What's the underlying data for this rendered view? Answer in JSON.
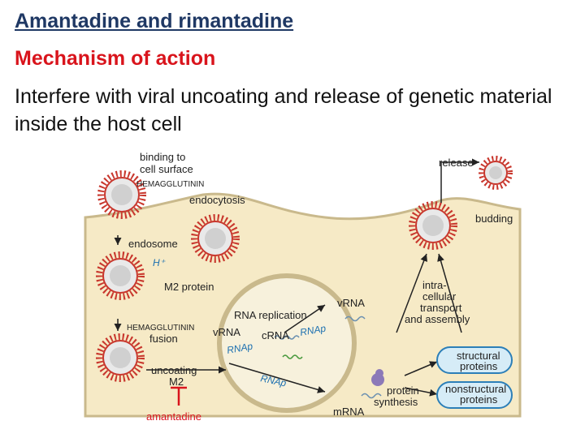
{
  "slide": {
    "title": "Amantadine and rimantadine",
    "subtitle": "Mechanism of action",
    "body": "Interfere with viral uncoating and release of genetic material inside the host cell"
  },
  "diagram": {
    "labels": {
      "binding": "binding to",
      "cell_surface": "cell surface",
      "hemagglutinin_top": "HEMAGGLUTININ",
      "endocytosis": "endocytosis",
      "endosome": "endosome",
      "h_plus": "H⁺",
      "m2_protein": "M2 protein",
      "hemagglutinin_fusion": "HEMAGGLUTININ",
      "fusion": "fusion",
      "uncoating": "uncoating",
      "m2": "M2",
      "amantadine": "amantadine",
      "rna_replication": "RNA replication",
      "vrna_left": "vRNA",
      "crna": "cRNA",
      "rnap_1": "RNAp",
      "rnap_2": "RNAp",
      "rnap_3": "RNAp",
      "vrna_top": "vRNA",
      "mrna": "mRNA",
      "release": "release",
      "budding": "budding",
      "intracellular_1": "intra-",
      "intracellular_2": "cellular",
      "intracellular_3": "transport",
      "intracellular_4": "and assembly",
      "structural_1": "structural",
      "structural_2": "proteins",
      "nonstructural_1": "nonstructural",
      "nonstructural_2": "proteins",
      "protein": "protein",
      "synthesis": "synthesis"
    },
    "colors": {
      "cytoplasm": "#f6eac6",
      "membrane": "#c9b98c",
      "nucleus": "#f7f1dc",
      "virus_spike": "#c8372d",
      "virus_core": "#e9e9e9",
      "protein_pill": "#d6ecf7",
      "protein_pill_border": "#2c7fb8",
      "amantadine": "#d9141c",
      "rnap": "#1b6fb0"
    }
  }
}
